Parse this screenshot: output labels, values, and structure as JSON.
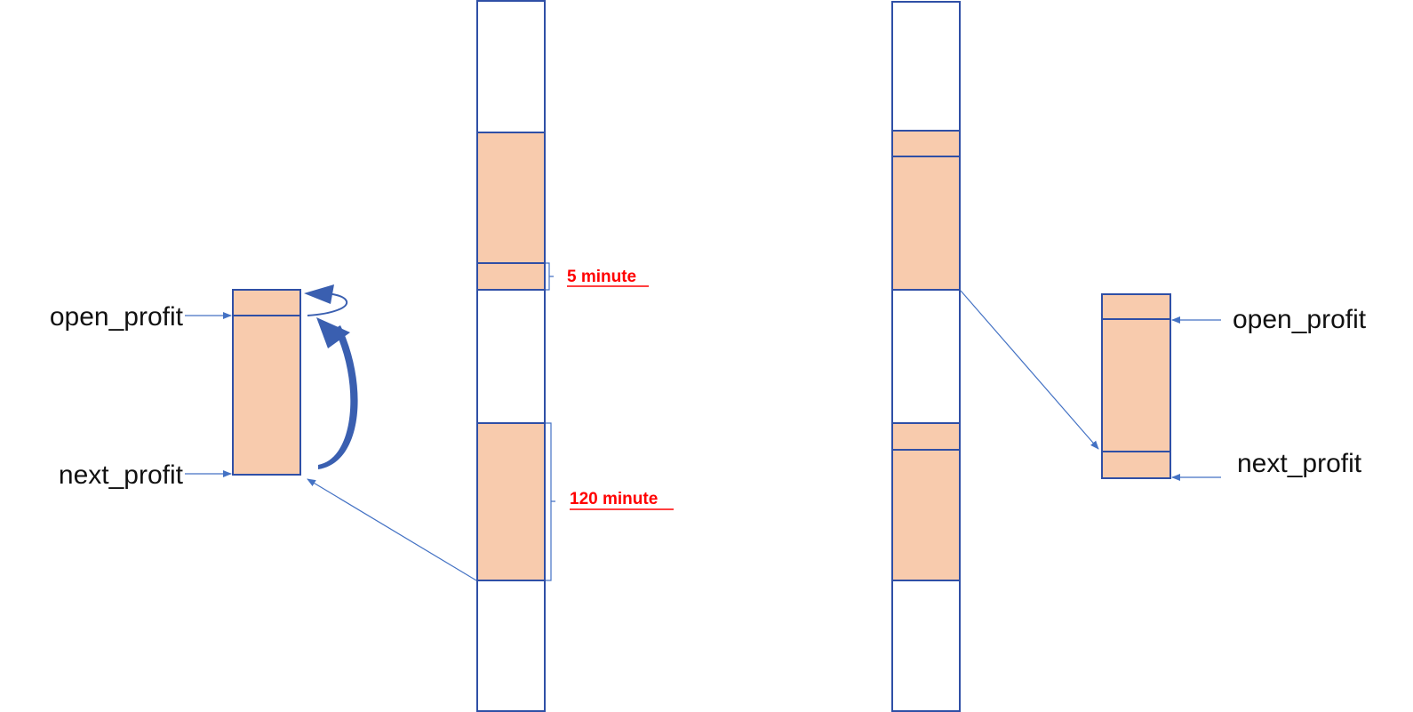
{
  "colors": {
    "outline": "#2f4fa6",
    "fill": "#f8cbad",
    "arrow": "#4472c4",
    "curved_arrow": "#3a5fb0",
    "annotation": "#ff0000"
  },
  "left": {
    "open_label": "open_profit",
    "next_label": "next_profit"
  },
  "middle": {
    "annotation_short": "5 minute",
    "annotation_long": "120 minute"
  },
  "right": {
    "open_label": "open_profit",
    "next_label": "next_profit"
  }
}
